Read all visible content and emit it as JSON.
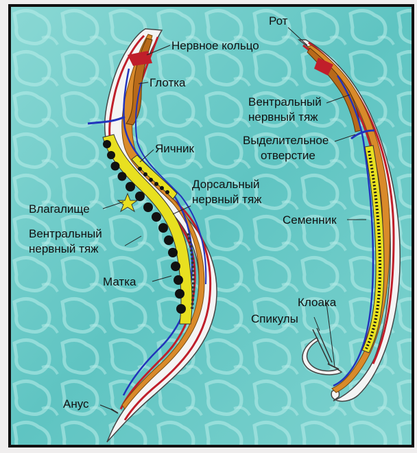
{
  "labels": {
    "mouth": "Рот",
    "nerve_ring": "Нервное кольцо",
    "pharynx": "Глотка",
    "ventral_nerve_male_1": "Вентральный",
    "ventral_nerve_male_2": "нервный тяж",
    "excretory_pore_1": "Выделительное",
    "excretory_pore_2": "отверстие",
    "ovary": "Яичник",
    "dorsal_nerve_1": "Дорсальный",
    "dorsal_nerve_2": "нервный тяж",
    "vagina": "Влагалище",
    "testis": "Семенник",
    "ventral_nerve_female_1": "Вентральный",
    "ventral_nerve_female_2": "нервный тяж",
    "uterus": "Матка",
    "cloaca": "Клоака",
    "spicules": "Спикулы",
    "anus": "Анус"
  },
  "colors": {
    "background": "#6fc9c6",
    "body_wall": "#c01e2a",
    "intestine": "#d98a2a",
    "nerve": "#2233bb",
    "gonad": "#e8e020",
    "eggs": "#111111"
  }
}
